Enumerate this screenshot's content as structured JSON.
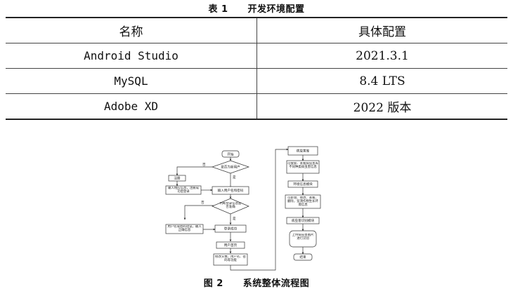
{
  "table": {
    "caption_num": "表 1",
    "caption_title": "开发环境配置",
    "headers": [
      "名称",
      "具体配置"
    ],
    "rows": [
      [
        "Android Studio",
        "2021.3.1"
      ],
      [
        "MySQL",
        "8.4 LTS"
      ],
      [
        "Adobe XD",
        "2022 版本"
      ]
    ]
  },
  "figure": {
    "caption_num": "图 2",
    "caption_title": "系统整体流程图",
    "nodes": {
      "start": "开始",
      "is_new_user": "是否为新用户",
      "register": "注册",
      "enter_info": "输入相应信息，注册成功后登录",
      "enter_credentials": "输入用户名和密码",
      "check_info": "判断登录信息是否准确",
      "wrong_info": "用户名或密码错误，输入正确信息",
      "login_success": "登录成功",
      "user_center": "用户首页",
      "edit_profile": "修改头像、用户名、密码等功能",
      "disease_lib": "病虫害库",
      "search_lib": "可搜索、查看病虫害库不同种类病虫害信息",
      "env_module": "环境信息模块",
      "env_ops": "可新增、修改、查看、删除，监测作物生长环境信息",
      "pest_recog": "病虫害识别模块",
      "upload_img": "上传病虫害图片进行识别",
      "end": "结束"
    },
    "branch_labels": {
      "yes": "是",
      "no": "否"
    }
  }
}
